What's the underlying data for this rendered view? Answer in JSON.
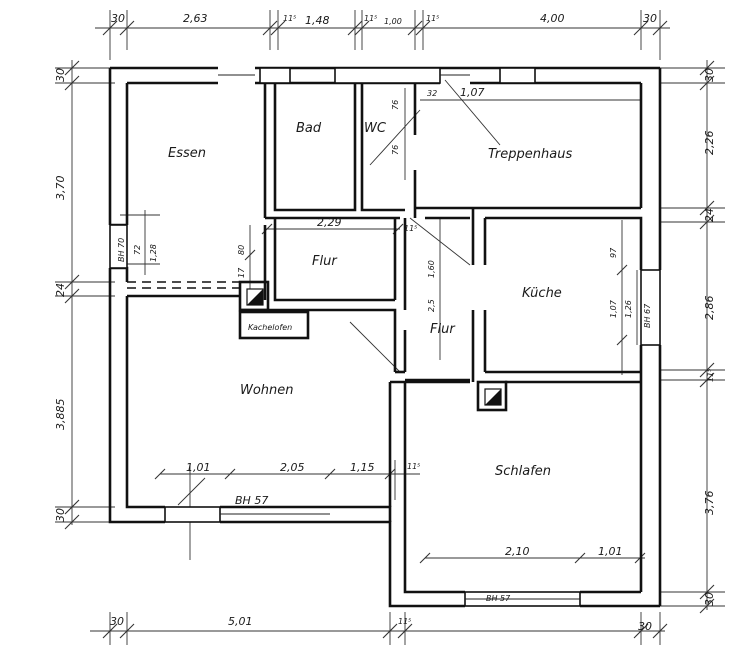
{
  "rooms": {
    "essen": "Essen",
    "bad": "Bad",
    "wc": "WC",
    "treppenhaus": "Treppenhaus",
    "flur_top": "Flur",
    "flur_mid": "Flur",
    "kueche": "Küche",
    "wohnen": "Wohnen",
    "schlafen": "Schlafen",
    "kachelofen": "Kachelofen"
  },
  "dims_top": {
    "d1": "30",
    "d2": "2,63",
    "d3": "11⁵",
    "d4": "1,48",
    "d5": "11⁵",
    "d6": "1,00",
    "d7": "11⁵",
    "d8": "4,00",
    "d9": "30"
  },
  "dims_left": {
    "d1": "30",
    "d2": "3,70",
    "d3": "24",
    "d4": "3,885",
    "d5": "30",
    "bh1": "BH 70",
    "bh2": "72",
    "bh3": "1,28"
  },
  "dims_right": {
    "d1": "30",
    "d2": "2,26",
    "d3": "24",
    "d4": "2,86",
    "d5": "11⁵",
    "d6": "3,76",
    "d7": "30"
  },
  "dims_bottom": {
    "d1": "30",
    "d2": "5,01",
    "d3": "11⁵",
    "d4": "30"
  },
  "dims_inner": {
    "wc1": "76",
    "wc2": "32",
    "wc3": "76",
    "tr1": "1,07",
    "fl1": "2,29",
    "fl2": "11⁵",
    "fl3": "80",
    "fl4": "17",
    "fl5": "1,60",
    "fl6": "2,5",
    "k1": "97",
    "k2": "1,07",
    "k3": "1,26",
    "k4": "BH 67",
    "w1": "1,01",
    "w2": "2,05",
    "w3": "1,15",
    "w4": "11⁵",
    "w5": "BH 57",
    "s1": "2,10",
    "s2": "1,01",
    "s3": "BH 57"
  }
}
